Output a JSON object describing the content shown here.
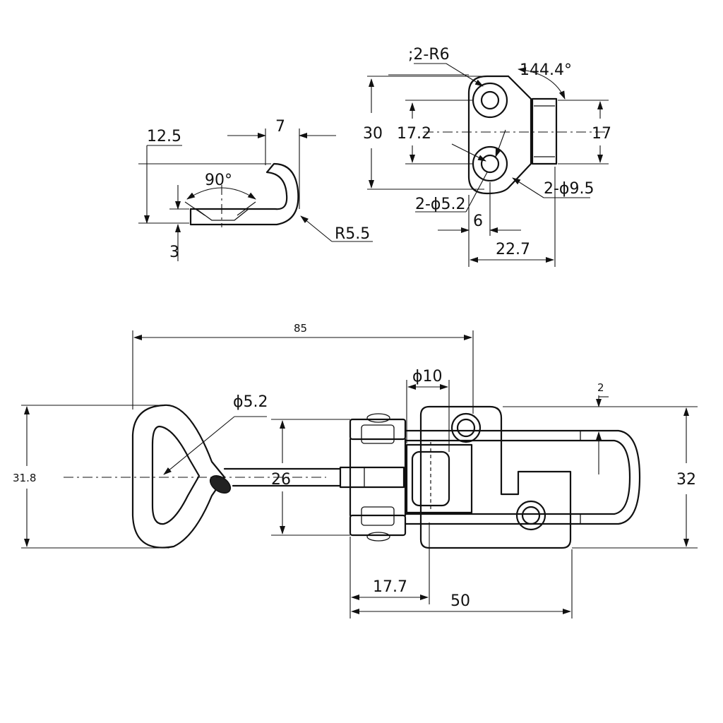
{
  "colors": {
    "line": "#111111",
    "background": "#ffffff"
  },
  "hook_view": {
    "dim_height": "12.5",
    "dim_width": "7",
    "dim_angle": "90°",
    "dim_radius": "R5.5",
    "dim_thickness": "3"
  },
  "plate_view": {
    "dim_corner_radius": ";2-R6",
    "dim_angle": "144.4°",
    "dim_height_total": "30",
    "dim_hole_spacing": "17.2",
    "dim_tab_height": "17",
    "dim_hole_diameter": "2-ϕ5.2",
    "dim_boss_diameter": "2-ϕ9.5",
    "dim_hole_offset": "6",
    "dim_width": "22.7"
  },
  "latch_view": {
    "dim_overall_length": "85",
    "dim_loop_hole": "ϕ5.2",
    "dim_pivot_diameter": "ϕ10",
    "dim_loop_height": "31.8",
    "dim_rod_span": "26",
    "dim_base_height": "32",
    "dim_offset": "2",
    "dim_pivot_offset": "17.7",
    "dim_base_length": "50"
  }
}
